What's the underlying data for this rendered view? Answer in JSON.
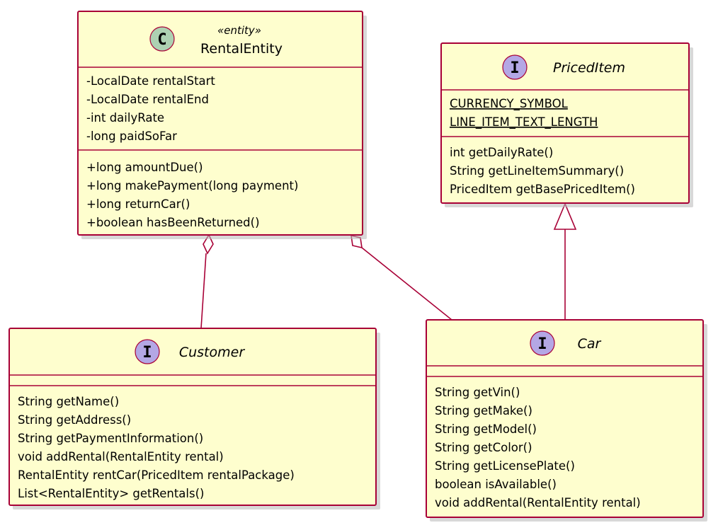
{
  "diagram": {
    "classes": {
      "rental_entity": {
        "kind": "class",
        "badge": "C",
        "stereotype": "«entity»",
        "name": "RentalEntity",
        "fields": [
          "-LocalDate rentalStart",
          "-LocalDate rentalEnd",
          "-int dailyRate",
          "-long paidSoFar"
        ],
        "methods": [
          "+long amountDue()",
          "+long makePayment(long payment)",
          "+long returnCar()",
          "+boolean hasBeenReturned()"
        ]
      },
      "priced_item": {
        "kind": "interface",
        "badge": "I",
        "name": "PricedItem",
        "fields": [
          "CURRENCY_SYMBOL",
          "LINE_ITEM_TEXT_LENGTH"
        ],
        "methods": [
          "int getDailyRate()",
          "String getLineItemSummary()",
          "PricedItem getBasePricedItem()"
        ]
      },
      "customer": {
        "kind": "interface",
        "badge": "I",
        "name": "Customer",
        "fields": [],
        "methods": [
          "String getName()",
          "String getAddress()",
          "String getPaymentInformation()",
          "void addRental(RentalEntity rental)",
          "RentalEntity rentCar(PricedItem rentalPackage)",
          "List<RentalEntity> getRentals()"
        ]
      },
      "car": {
        "kind": "interface",
        "badge": "I",
        "name": "Car",
        "fields": [],
        "methods": [
          "String getVin()",
          "String getMake()",
          "String getModel()",
          "String getColor()",
          "String getLicensePlate()",
          "boolean isAvailable()",
          "void addRental(RentalEntity rental)"
        ]
      }
    },
    "relations": [
      {
        "from": "RentalEntity",
        "to": "Customer",
        "type": "aggregation"
      },
      {
        "from": "RentalEntity",
        "to": "Car",
        "type": "aggregation"
      },
      {
        "from": "Car",
        "to": "PricedItem",
        "type": "realization"
      }
    ],
    "colors": {
      "box_fill": "#FEFECE",
      "border": "#A80036",
      "class_badge": "#ADD1B2",
      "interface_badge": "#B4A7E5"
    }
  }
}
